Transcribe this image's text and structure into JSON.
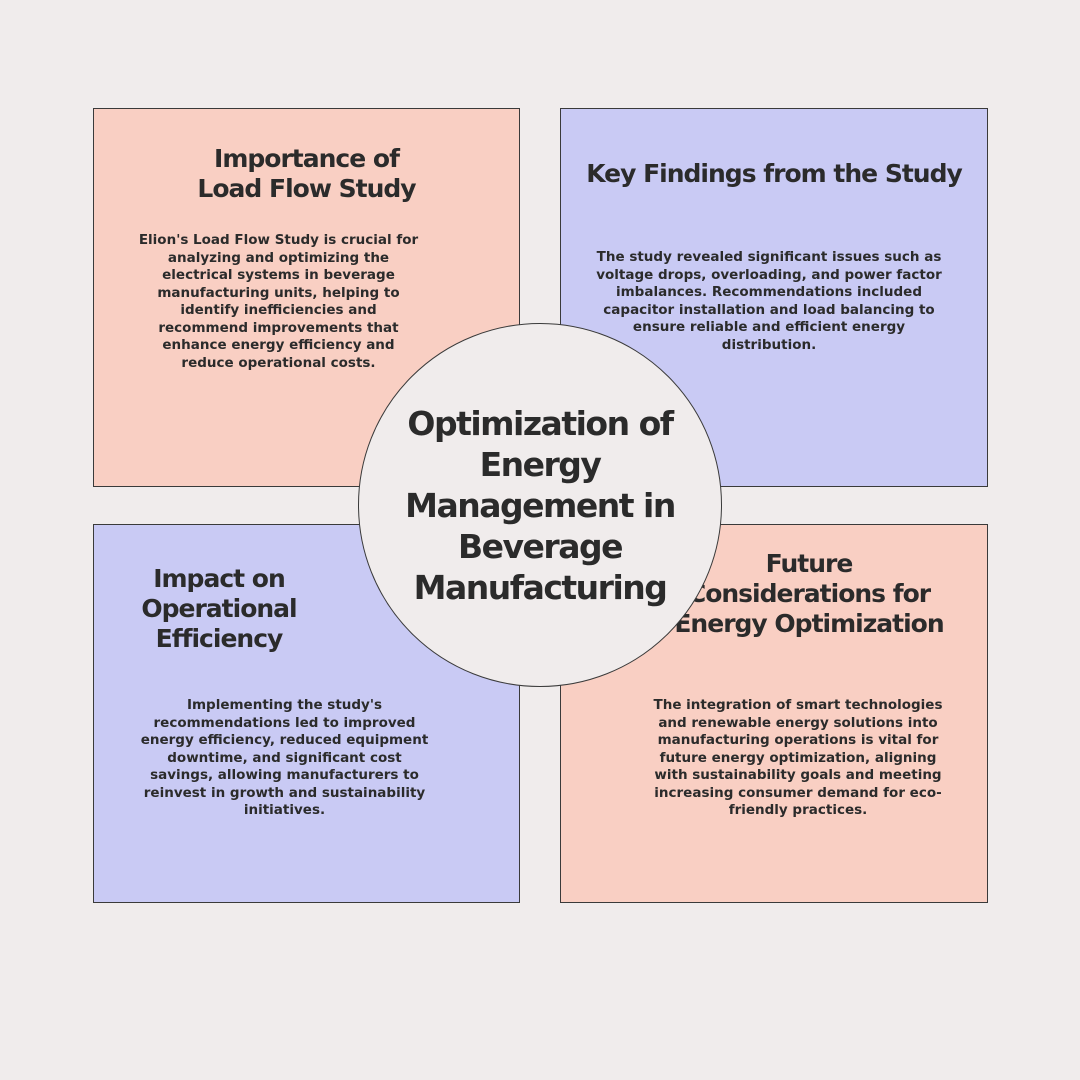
{
  "colors": {
    "background": "#f0ecec",
    "salmon_card": "#f9cfc3",
    "lavender_card": "#c9caf4",
    "text": "#2b2b2b",
    "border": "#3a3a3a"
  },
  "center": {
    "title": "Optimization of Energy Management in Beverage Manufacturing"
  },
  "cards": [
    {
      "title": "Importance of Load Flow Study",
      "body": "Elion's Load Flow Study is crucial for analyzing and optimizing the electrical systems in beverage manufacturing units, helping to identify inefficiencies and recommend improvements that enhance energy efficiency and reduce operational costs."
    },
    {
      "title": "Key Findings from the Study",
      "body": "The study revealed significant issues such as voltage drops, overloading, and power factor imbalances. Recommendations included capacitor installation and load balancing to ensure reliable and efficient energy distribution."
    },
    {
      "title": "Impact on Operational Efficiency",
      "body": "Implementing the study's recommendations led to improved energy efficiency, reduced equipment downtime, and significant cost savings, allowing manufacturers to reinvest in growth and sustainability initiatives."
    },
    {
      "title": "Future Considerations for Energy Optimization",
      "body": "The integration of smart technologies and renewable energy solutions into manufacturing operations is vital for future energy optimization, aligning with sustainability goals and meeting increasing consumer demand for eco-friendly practices."
    }
  ]
}
